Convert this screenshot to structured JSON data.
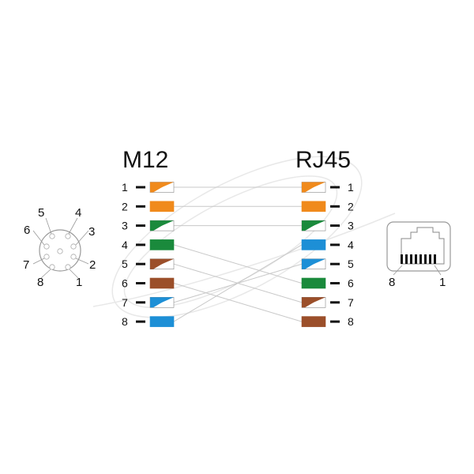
{
  "m12": {
    "title": "M12",
    "pins": [
      "1",
      "2",
      "3",
      "4",
      "5",
      "6",
      "7",
      "8"
    ],
    "wires": [
      {
        "pin": "1",
        "color": "orange",
        "striped": true
      },
      {
        "pin": "2",
        "color": "orange",
        "striped": false
      },
      {
        "pin": "3",
        "color": "green",
        "striped": true
      },
      {
        "pin": "4",
        "color": "green",
        "striped": false
      },
      {
        "pin": "5",
        "color": "brown",
        "striped": true
      },
      {
        "pin": "6",
        "color": "brown",
        "striped": false
      },
      {
        "pin": "7",
        "color": "blue",
        "striped": true
      },
      {
        "pin": "8",
        "color": "blue",
        "striped": false
      }
    ],
    "connector_pins": [
      "1",
      "2",
      "3",
      "4",
      "5",
      "6",
      "7",
      "8"
    ]
  },
  "rj45": {
    "title": "RJ45",
    "pins": [
      "1",
      "2",
      "3",
      "4",
      "5",
      "6",
      "7",
      "8"
    ],
    "wires": [
      {
        "pin": "1",
        "color": "orange",
        "striped": true
      },
      {
        "pin": "2",
        "color": "orange",
        "striped": false
      },
      {
        "pin": "3",
        "color": "green",
        "striped": true
      },
      {
        "pin": "4",
        "color": "blue",
        "striped": false
      },
      {
        "pin": "5",
        "color": "blue",
        "striped": true
      },
      {
        "pin": "6",
        "color": "green",
        "striped": false
      },
      {
        "pin": "7",
        "color": "brown",
        "striped": true
      },
      {
        "pin": "8",
        "color": "brown",
        "striped": false
      }
    ],
    "connector_pins": {
      "left": "8",
      "right": "1"
    }
  },
  "connections": [
    [
      1,
      1
    ],
    [
      2,
      2
    ],
    [
      3,
      3
    ],
    [
      4,
      6
    ],
    [
      5,
      7
    ],
    [
      6,
      8
    ],
    [
      7,
      5
    ],
    [
      8,
      4
    ]
  ],
  "colors": {
    "orange": "#f08a1c",
    "green": "#1a8a3c",
    "brown": "#9b4f2a",
    "blue": "#1d8fd6",
    "line": "#c8c8c8",
    "ink": "#111111"
  }
}
